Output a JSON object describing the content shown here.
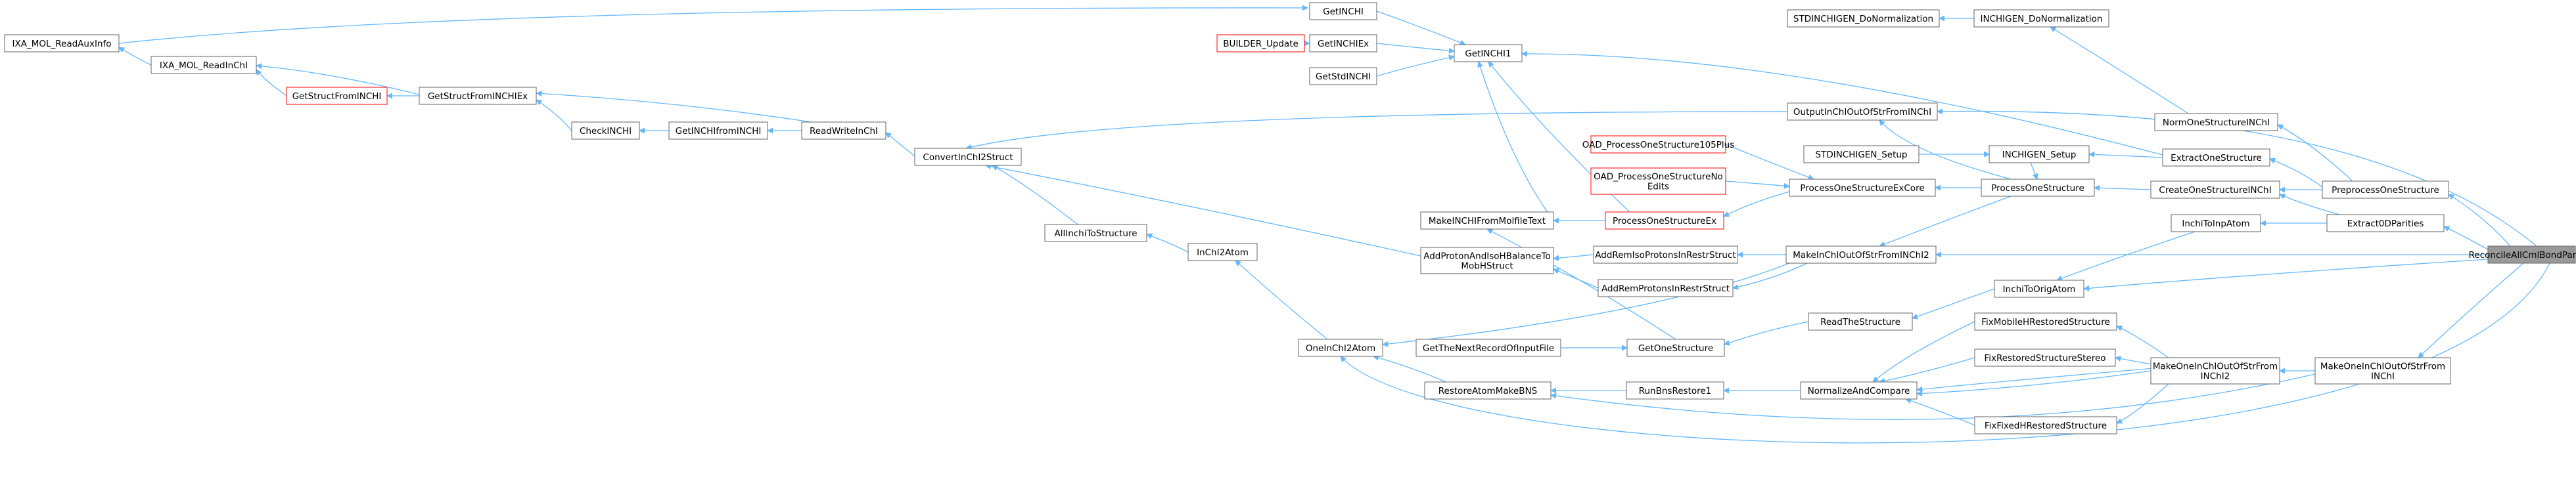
{
  "graph": {
    "edge_color": "#63b8ff",
    "node_border": "#666666",
    "highlight_border": "#ff0000",
    "root_fill": "#999999",
    "nodes": [
      {
        "id": "n_readaux",
        "label": [
          "IXA_MOL_ReadAuxInfo"
        ],
        "style": "normal"
      },
      {
        "id": "n_readinchi",
        "label": [
          "IXA_MOL_ReadInChI"
        ],
        "style": "normal"
      },
      {
        "id": "n_getstructfrominchi",
        "label": [
          "GetStructFromINCHI"
        ],
        "style": "red"
      },
      {
        "id": "n_getstructfrominchiex",
        "label": [
          "GetStructFromINCHIEx"
        ],
        "style": "normal"
      },
      {
        "id": "n_checkinchi",
        "label": [
          "CheckINCHI"
        ],
        "style": "normal"
      },
      {
        "id": "n_getinchifrominchi",
        "label": [
          "GetINCHIfromINCHI"
        ],
        "style": "normal"
      },
      {
        "id": "n_readwriteinchi",
        "label": [
          "ReadWriteInChI"
        ],
        "style": "normal"
      },
      {
        "id": "n_convertinchi2struct",
        "label": [
          "ConvertInChI2Struct"
        ],
        "style": "normal"
      },
      {
        "id": "n_allinchitostructure",
        "label": [
          "AllInchiToStructure"
        ],
        "style": "normal"
      },
      {
        "id": "n_inchi2atom",
        "label": [
          "InChI2Atom"
        ],
        "style": "normal"
      },
      {
        "id": "n_oneinchi2atom",
        "label": [
          "OneInChI2Atom"
        ],
        "style": "normal"
      },
      {
        "id": "n_getinchi",
        "label": [
          "GetINCHI"
        ],
        "style": "normal"
      },
      {
        "id": "n_builder",
        "label": [
          "BUILDER_Update"
        ],
        "style": "red"
      },
      {
        "id": "n_getinchiex",
        "label": [
          "GetINCHIEx"
        ],
        "style": "normal"
      },
      {
        "id": "n_getstdinchi",
        "label": [
          "GetStdINCHI"
        ],
        "style": "normal"
      },
      {
        "id": "n_getinchi1",
        "label": [
          "GetINCHI1"
        ],
        "style": "normal"
      },
      {
        "id": "n_makeinchifrommolfile",
        "label": [
          "MakeINCHIFromMolfileText"
        ],
        "style": "normal"
      },
      {
        "id": "n_addproton",
        "label": [
          "AddProtonAndIsoHBalanceTo",
          "MobHStruct"
        ],
        "style": "normal"
      },
      {
        "id": "n_getthenextrecord",
        "label": [
          "GetTheNextRecordOfInputFile"
        ],
        "style": "normal"
      },
      {
        "id": "n_restoreatommakebns",
        "label": [
          "RestoreAtomMakeBNS"
        ],
        "style": "normal"
      },
      {
        "id": "n_stdinchigen_donorm",
        "label": [
          "STDINCHIGEN_DoNormalization"
        ],
        "style": "normal"
      },
      {
        "id": "n_inchigen_donorm",
        "label": [
          "INCHIGEN_DoNormalization"
        ],
        "style": "normal"
      },
      {
        "id": "n_outputinchi",
        "label": [
          "OutputInChIOutOfStrFromINChI"
        ],
        "style": "normal"
      },
      {
        "id": "n_oad105plus",
        "label": [
          "OAD_ProcessOneStructure105Plus"
        ],
        "style": "red"
      },
      {
        "id": "n_stdinchigen_setup",
        "label": [
          "STDINCHIGEN_Setup"
        ],
        "style": "normal"
      },
      {
        "id": "n_inchigen_setup",
        "label": [
          "INCHIGEN_Setup"
        ],
        "style": "normal"
      },
      {
        "id": "n_oadnoedits",
        "label": [
          "OAD_ProcessOneStructureNo",
          "Edits"
        ],
        "style": "red"
      },
      {
        "id": "n_processonestructureexcore",
        "label": [
          "ProcessOneStructureExCore"
        ],
        "style": "normal"
      },
      {
        "id": "n_processonestructureex",
        "label": [
          "ProcessOneStructureEx"
        ],
        "style": "red"
      },
      {
        "id": "n_processonestructure",
        "label": [
          "ProcessOneStructure"
        ],
        "style": "normal"
      },
      {
        "id": "n_addremisoprotons",
        "label": [
          "AddRemIsoProtonsInRestrStruct"
        ],
        "style": "normal"
      },
      {
        "id": "n_addremprotons",
        "label": [
          "AddRemProtonsInRestrStruct"
        ],
        "style": "normal"
      },
      {
        "id": "n_makeinchioutofstrfrominchi2",
        "label": [
          "MakeInChIOutOfStrFromINChI2"
        ],
        "style": "normal"
      },
      {
        "id": "n_readthestructure",
        "label": [
          "ReadTheStructure"
        ],
        "style": "normal"
      },
      {
        "id": "n_getonestructure",
        "label": [
          "GetOneStructure"
        ],
        "style": "normal"
      },
      {
        "id": "n_runbnsrestore1",
        "label": [
          "RunBnsRestore1"
        ],
        "style": "normal"
      },
      {
        "id": "n_normalizeandcompare",
        "label": [
          "NormalizeAndCompare"
        ],
        "style": "normal"
      },
      {
        "id": "n_normonestructureinchi",
        "label": [
          "NormOneStructureINChI"
        ],
        "style": "normal"
      },
      {
        "id": "n_extractonestructure",
        "label": [
          "ExtractOneStructure"
        ],
        "style": "normal"
      },
      {
        "id": "n_createonestructureinchi",
        "label": [
          "CreateOneStructureINChI"
        ],
        "style": "normal"
      },
      {
        "id": "n_inchitoinpatom",
        "label": [
          "InchiToInpAtom"
        ],
        "style": "normal"
      },
      {
        "id": "n_inchitoorigatom",
        "label": [
          "InchiToOrigAtom"
        ],
        "style": "normal"
      },
      {
        "id": "n_fixmobileh",
        "label": [
          "FixMobileHRestoredStructure"
        ],
        "style": "normal"
      },
      {
        "id": "n_fixrestoredstereo",
        "label": [
          "FixRestoredStructureStereo"
        ],
        "style": "normal"
      },
      {
        "id": "n_fixfixedh",
        "label": [
          "FixFixedHRestoredStructure"
        ],
        "style": "normal"
      },
      {
        "id": "n_makeoneinchi2",
        "label": [
          "MakeOneInChIOutOfStrFrom",
          "INChI2"
        ],
        "style": "normal"
      },
      {
        "id": "n_preprocess",
        "label": [
          "PreprocessOneStructure"
        ],
        "style": "normal"
      },
      {
        "id": "n_extract0dparities",
        "label": [
          "Extract0DParities"
        ],
        "style": "normal"
      },
      {
        "id": "n_makeoneinchi",
        "label": [
          "MakeOneInChIOutOfStrFrom",
          "INChI"
        ],
        "style": "normal"
      },
      {
        "id": "n_reconcile",
        "label": [
          "ReconcileAllCmlBondParities"
        ],
        "style": "root"
      }
    ]
  }
}
